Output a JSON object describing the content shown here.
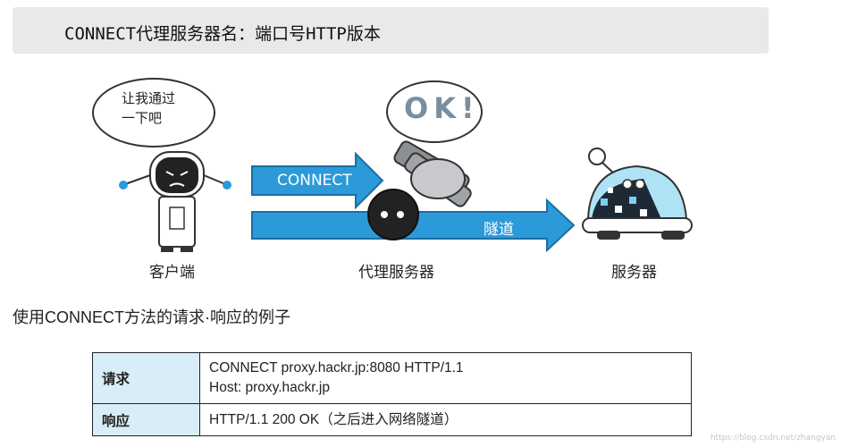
{
  "syntax": "CONNECT代理服务器名：端口号HTTP版本",
  "client_bubble": {
    "line1": "让我通过",
    "line2": "一下吧"
  },
  "proxy_bubble": "OK!",
  "arrows": {
    "connect": "CONNECT",
    "tunnel": "隧道"
  },
  "captions": {
    "client": "客户端",
    "proxy": "代理服务器",
    "server": "服务器"
  },
  "section_title": "使用CONNECT方法的请求·响应的例子",
  "table": {
    "request_label": "请求",
    "request_line1": "CONNECT proxy.hackr.jp:8080 HTTP/1.1",
    "request_line2": "Host: proxy.hackr.jp",
    "response_label": "响应",
    "response_line": "HTTP/1.1 200 OK（之后进入网络隧道）"
  },
  "watermark": "https://blog.csdn.net/zhangyan",
  "colors": {
    "arrow": "#2c9ad9",
    "table_label_bg": "#d8edf7",
    "syntax_bg": "#e9e9e9"
  }
}
